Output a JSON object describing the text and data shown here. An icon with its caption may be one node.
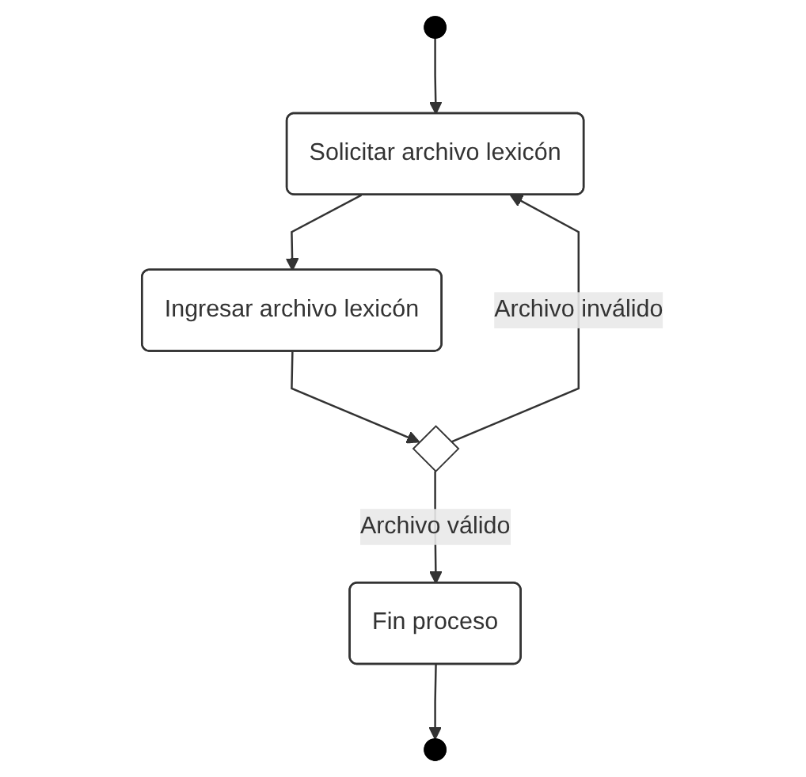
{
  "diagram": {
    "nodes": [
      {
        "text": [],
        "shape": "circle"
      },
      {
        "text": [
          "Solicitar archivo lexicón"
        ]
      },
      {
        "text": [
          "Ingresar archivo lexicón"
        ]
      },
      {
        "text": [],
        "shape": "diamond"
      },
      {
        "text": [
          "Fin proceso"
        ]
      },
      {
        "text": [],
        "shape": "circle"
      }
    ],
    "edges": [
      {
        "from": 0,
        "to": 1,
        "arrow": "to"
      },
      {
        "from": 1,
        "to": 2,
        "arrow": "to"
      },
      {
        "from": 2,
        "to": 3,
        "arrow": "to"
      },
      {
        "from": 3,
        "to": 1,
        "arrow": "to",
        "label": "Archivo inválido"
      },
      {
        "from": 3,
        "to": 4,
        "arrow": "to",
        "label": "Archivo válido"
      },
      {
        "from": 4,
        "to": 5,
        "arrow": "to"
      }
    ]
  }
}
